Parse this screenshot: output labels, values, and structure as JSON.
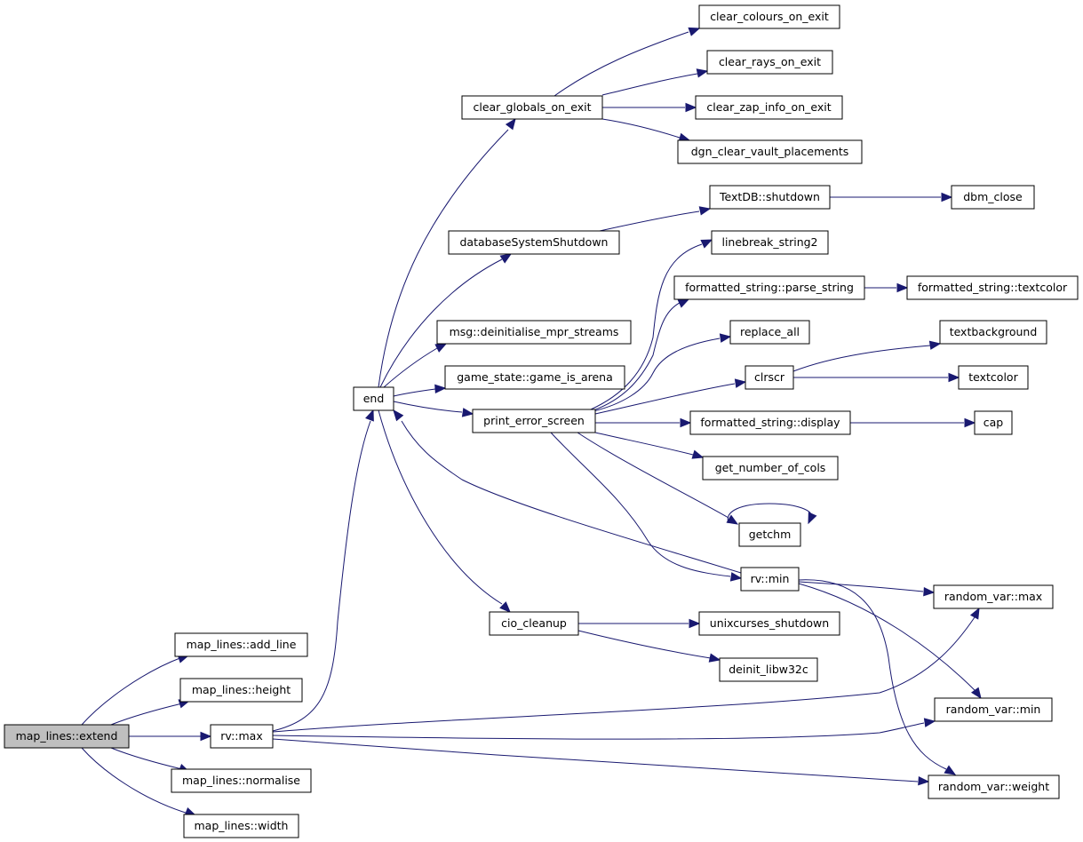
{
  "nodes": {
    "map_lines_extend": "map_lines::extend",
    "map_lines_add_line": "map_lines::add_line",
    "map_lines_height": "map_lines::height",
    "rv_max": "rv::max",
    "map_lines_normalise": "map_lines::normalise",
    "map_lines_width": "map_lines::width",
    "end": "end",
    "clear_globals_on_exit": "clear_globals_on_exit",
    "clear_colours_on_exit": "clear_colours_on_exit",
    "clear_rays_on_exit": "clear_rays_on_exit",
    "clear_zap_info_on_exit": "clear_zap_info_on_exit",
    "dgn_clear_vault_placements": "dgn_clear_vault_placements",
    "databaseSystemShutdown": "databaseSystemShutdown",
    "textdb_shutdown": "TextDB::shutdown",
    "dbm_close": "dbm_close",
    "msg_deinitialise": "msg::deinitialise_mpr_streams",
    "game_is_arena": "game_state::game_is_arena",
    "print_error_screen": "print_error_screen",
    "linebreak_string2": "linebreak_string2",
    "parse_string": "formatted_string::parse_string",
    "fs_textcolor": "formatted_string::textcolor",
    "replace_all": "replace_all",
    "clrscr": "clrscr",
    "textbackground": "textbackground",
    "textcolor": "textcolor",
    "fs_display": "formatted_string::display",
    "cap": "cap",
    "get_number_of_cols": "get_number_of_cols",
    "getchm": "getchm",
    "rv_min": "rv::min",
    "random_var_max": "random_var::max",
    "cio_cleanup": "cio_cleanup",
    "unixcurses_shutdown": "unixcurses_shutdown",
    "deinit_libw32c": "deinit_libw32c",
    "random_var_min": "random_var::min",
    "random_var_weight": "random_var::weight"
  },
  "colors": {
    "edge": "#191970",
    "root_fill": "#bfbfbf",
    "node_fill": "#ffffff",
    "node_border": "#000000"
  }
}
